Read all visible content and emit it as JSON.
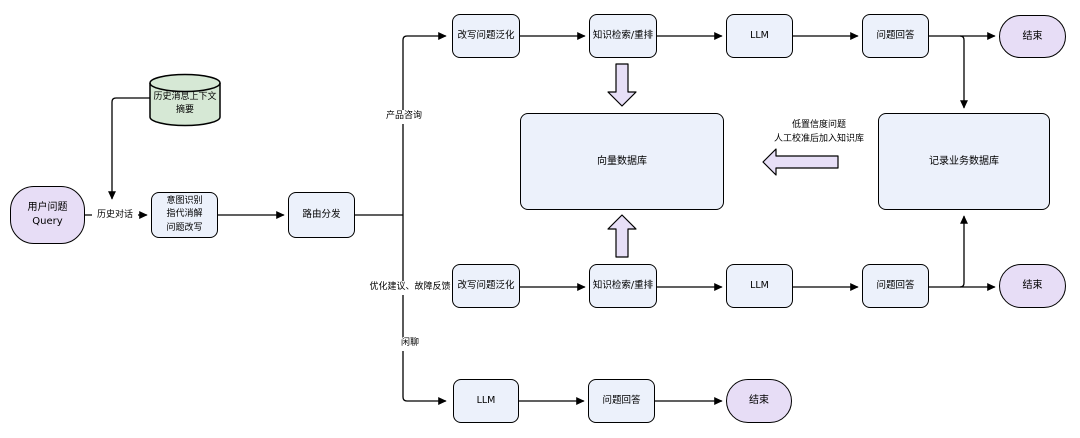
{
  "colors": {
    "box_fill": "#ECF1FB",
    "oval_fill": "#E7DDF6",
    "cylinder_fill": "#D6E8D5",
    "block_arrow_fill": "#E7DFF7",
    "stroke": "#000000",
    "canvas_bg": "#FFFFFF"
  },
  "nodes": {
    "user_query": "用户问题\nQuery",
    "history_summary": "历史消息上下文\n摘要",
    "intent": "意图识别\n指代消解\n问题改写",
    "router": "路由分发",
    "vector_db": "向量数据库",
    "business_db": "记录业务数据库",
    "top_rewrite": "改写问题泛化",
    "top_retrieve": "知识检索/重排",
    "top_llm": "LLM",
    "top_answer": "问题回答",
    "top_end": "结束",
    "mid_rewrite": "改写问题泛化",
    "mid_retrieve": "知识检索/重排",
    "mid_llm": "LLM",
    "mid_answer": "问题回答",
    "mid_end": "结束",
    "bottom_llm": "LLM",
    "bottom_answer": "问题回答",
    "bottom_end": "结束"
  },
  "edge_labels": {
    "history_dialog": "历史对话",
    "branch_product": "产品咨询",
    "branch_feedback": "优化建议、故障反馈",
    "branch_chat": "闲聊",
    "low_confidence": "低置信度问题\n人工校准后加入知识库"
  }
}
